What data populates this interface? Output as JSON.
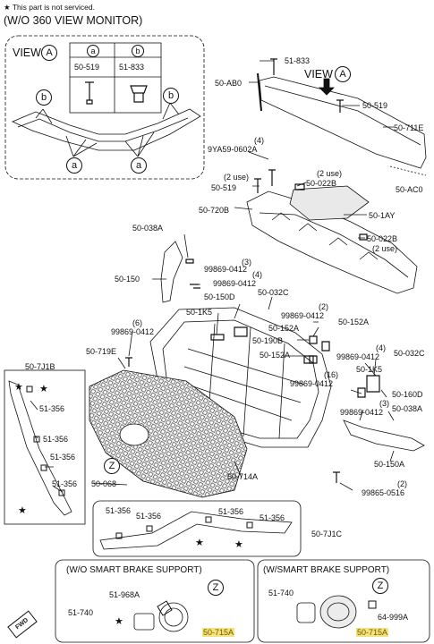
{
  "header": {
    "note": "This part is not serviced.",
    "title": "(W/O 360 VIEW MONITOR)"
  },
  "view_a": {
    "label": "VIEW",
    "marker": "A",
    "table_col_a": "a",
    "table_col_b": "b",
    "part_a": "50-519",
    "part_b": "51-833",
    "callout_a": "a",
    "callout_b": "b"
  },
  "view_arrow": {
    "label": "VIEW",
    "marker": "A"
  },
  "callouts": {
    "p51833": "51-833",
    "p50ab0": "50-AB0",
    "p50519a": "50-519",
    "p50711e": "50-711E",
    "q4": "(4)",
    "p9ya59": "9YA59-0602A",
    "use2a": "(2 use)",
    "use2b": "(2 use)",
    "p50519b": "50-519",
    "p50022b_a": "50-022B",
    "p50ac0": "50-AC0",
    "p50720b": "50-720B",
    "p501ay": "50-1AY",
    "p50038a_a": "50-038A",
    "p50022b_b": "50-022B",
    "use2c": "(2 use)",
    "q3a": "(3)",
    "p99869a": "99869-0412",
    "p50150": "50-150",
    "q4b": "(4)",
    "p99869b": "99869-0412",
    "p50150d": "50-150D",
    "p50032c_a": "50-032C",
    "p501k5_a": "50-1K5",
    "q2a": "(2)",
    "p99869c": "99869-0412",
    "q6": "(6)",
    "p50152a_a": "50-152A",
    "p99869d": "99869-0412",
    "p50152a_b": "50-152A",
    "p50190b": "50-190B",
    "p50719e": "50-719E",
    "p50152a_c": "50-152A",
    "q4c": "(4)",
    "p99869e": "99869-0412",
    "p50032c_b": "50-032C",
    "q16": "(16)",
    "p99869f": "99869-0412",
    "p501k5_b": "50-1K5",
    "p50160d": "50-160D",
    "q3b": "(3)",
    "p99869g": "99869-0412",
    "p50038a_b": "50-038A",
    "p507j1b": "50-7J1B",
    "p51356a": "51-356",
    "p51356b": "51-356",
    "p51356c": "51-356",
    "p51356d": "51-356",
    "p50150a": "50-150A",
    "p50068": "50-068",
    "p50714a": "50-714A",
    "q2b": "(2)",
    "p99865": "99865-0516",
    "z": "Z"
  },
  "strip_c": {
    "p1": "51-356",
    "p2": "51-356",
    "p3": "51-356",
    "p4": "51-356",
    "part": "50-7J1C"
  },
  "sbs_without": {
    "title": "(W/O SMART BRAKE SUPPORT)",
    "p51968a": "51-968A",
    "p51740": "51-740",
    "p50715a": "50-715A",
    "z": "Z"
  },
  "sbs_with": {
    "title": "(W/SMART BRAKE SUPPORT)",
    "p51740": "51-740",
    "p64999a": "64-999A",
    "p50715a": "50-715A",
    "z": "Z"
  },
  "fwd": "FWD",
  "colors": {
    "line": "#111111",
    "highlight": "#f6e27a"
  }
}
